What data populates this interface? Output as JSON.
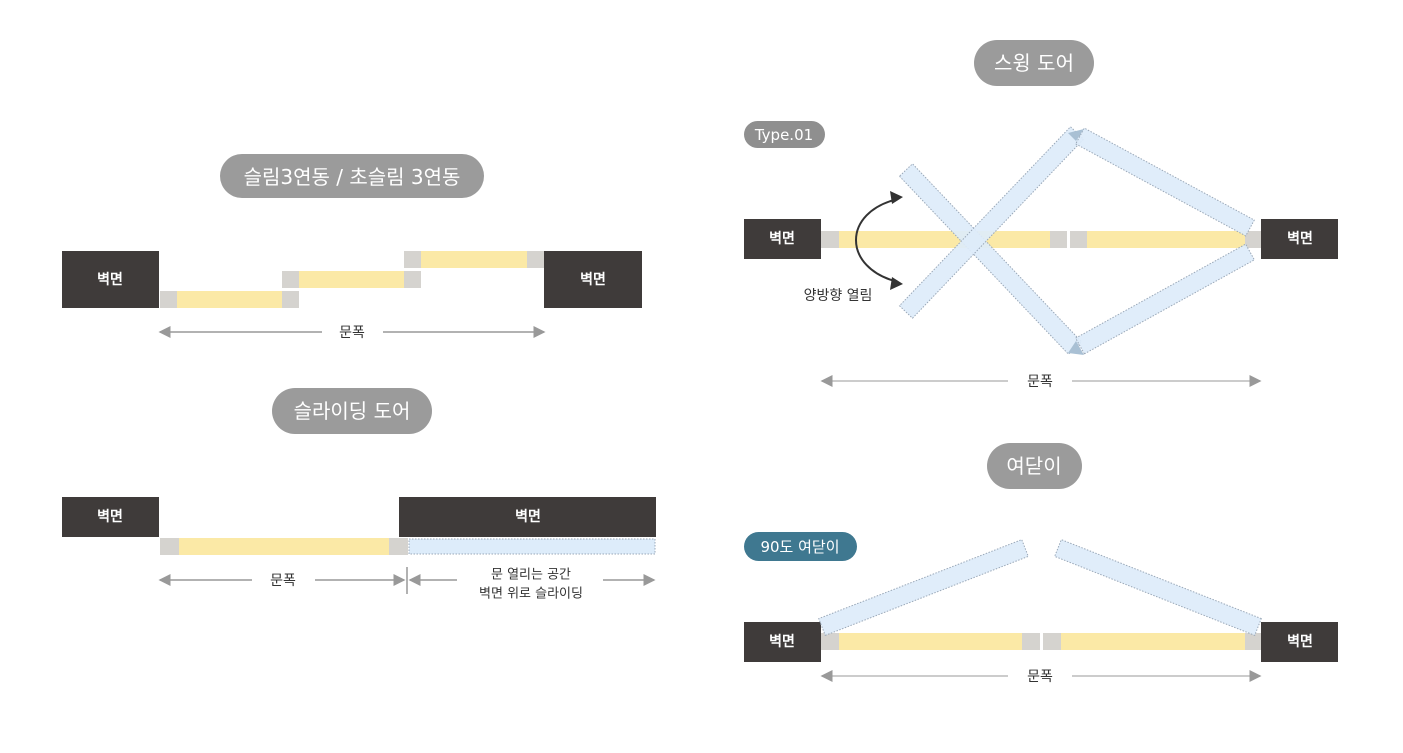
{
  "colors": {
    "wall": "#3f3b3a",
    "glass": "#fbe9a6",
    "frame": "#d5d3cf",
    "door": "#ddecfa",
    "pill": "#9b9b9b",
    "pill_accent": "#3f7890",
    "arrow": "#999999"
  },
  "slim": {
    "title": "슬림3연동 / 초슬림 3연동",
    "wall_left": "벽면",
    "wall_right": "벽면",
    "width_label": "문폭"
  },
  "sliding": {
    "title": "슬라이딩 도어",
    "wall_left": "벽면",
    "wall_right": "벽면",
    "width_label": "문폭",
    "space_line1": "문 열리는 공간",
    "space_line2": "벽면 위로 슬라이딩"
  },
  "swing": {
    "title": "스윙 도어",
    "type_badge": "Type.01",
    "wall_left": "벽면",
    "wall_right": "벽면",
    "open_label": "양방향 열림",
    "width_label": "문폭"
  },
  "hinged": {
    "title": "여닫이",
    "type_badge": "90도 여닫이",
    "wall_left": "벽면",
    "wall_right": "벽면",
    "width_label": "문폭"
  }
}
